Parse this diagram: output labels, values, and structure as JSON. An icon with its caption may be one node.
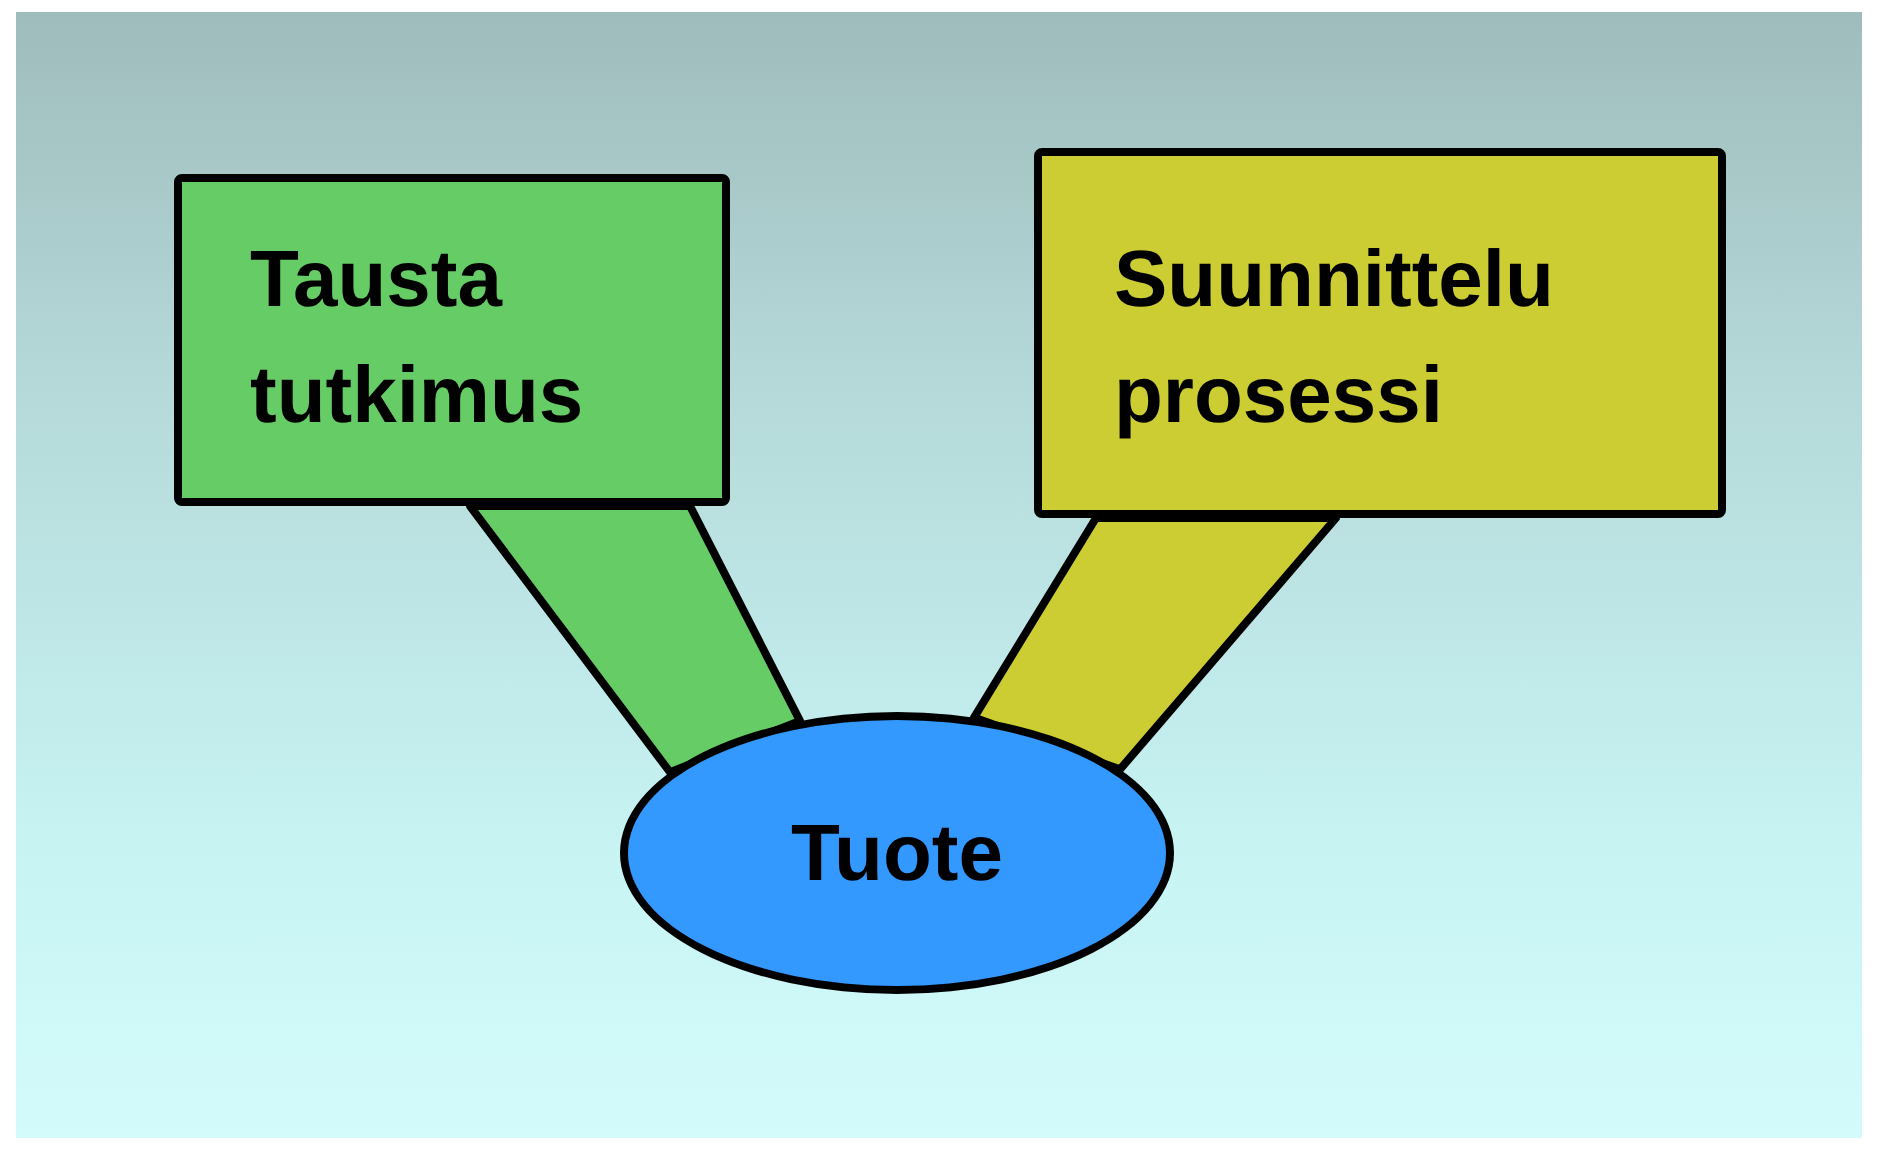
{
  "diagram": {
    "nodes": [
      {
        "text": [
          "Tausta tutkimus"
        ]
      },
      {
        "text": [
          "Suunnittelu prosessi"
        ]
      },
      {
        "text": [
          "Tuote"
        ]
      }
    ],
    "edges": [
      {
        "from": 0,
        "to": 2,
        "arrow": "none",
        "style": "thick",
        "color": "#66cc66"
      },
      {
        "from": 1,
        "to": 2,
        "arrow": "none",
        "style": "thick",
        "color": "#cccc33"
      }
    ]
  }
}
